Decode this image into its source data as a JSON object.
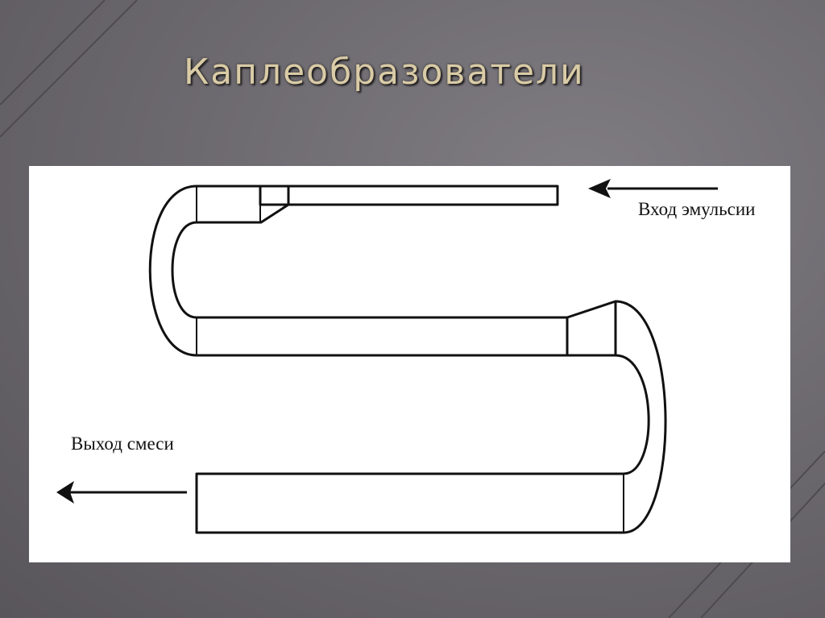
{
  "slide": {
    "title": "Каплеобразователи"
  },
  "diagram": {
    "label_inlet": "Вход эмульсии",
    "label_outlet": "Выход смеси"
  }
}
